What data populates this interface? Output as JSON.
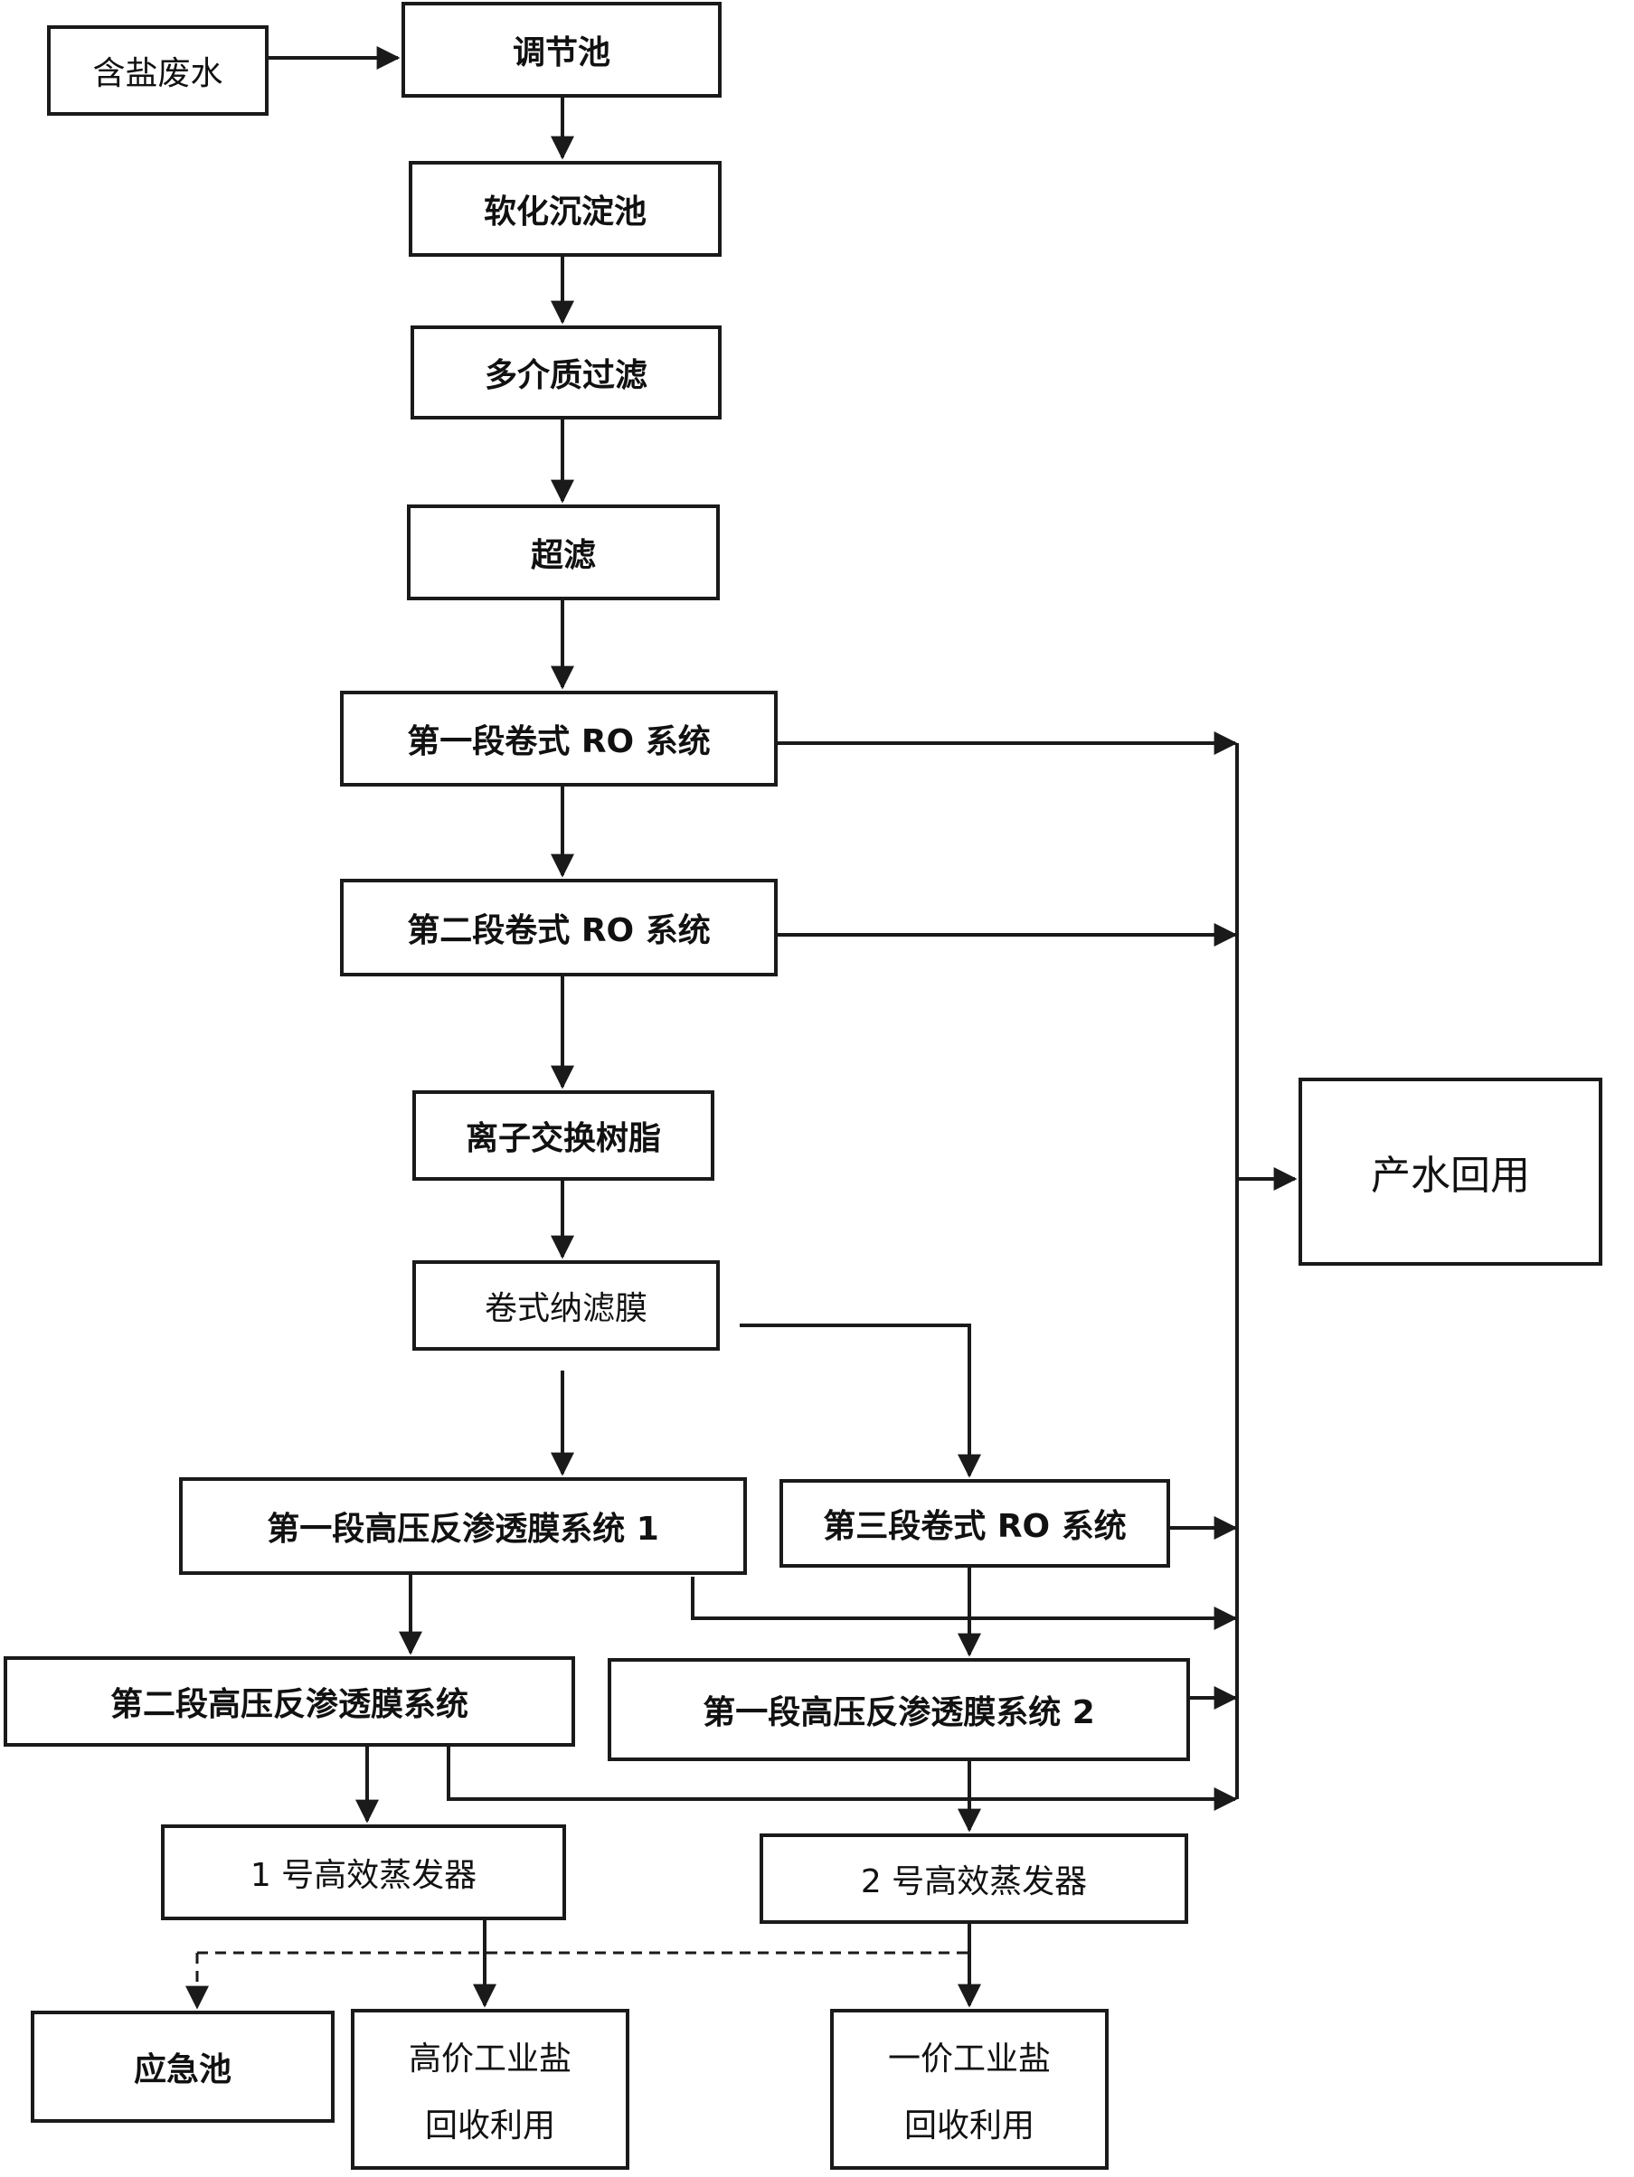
{
  "nodes": {
    "wastewater": "含盐废水",
    "regulating_tank": "调节池",
    "softening_tank": "软化沉淀池",
    "multimedia_filter": "多介质过滤",
    "ultrafiltration": "超滤",
    "ro1": "第一段卷式 RO 系统",
    "ro2": "第二段卷式 RO 系统",
    "ion_exchange": "离子交换树脂",
    "nanofiltration": "卷式纳滤膜",
    "hpro1_1": "第一段高压反渗透膜系统 1",
    "ro3": "第三段卷式 RO 系统",
    "hpro2": "第二段高压反渗透膜系统",
    "hpro1_2": "第一段高压反渗透膜系统 2",
    "evap1": "1 号高效蒸发器",
    "evap2": "2 号高效蒸发器",
    "emergency_tank": "应急池",
    "high_salt_line1": "高价工业盐",
    "high_salt_line2": "回收利用",
    "mono_salt_line1": "一价工业盐",
    "mono_salt_line2": "回收利用",
    "water_reuse": "产水回用"
  }
}
